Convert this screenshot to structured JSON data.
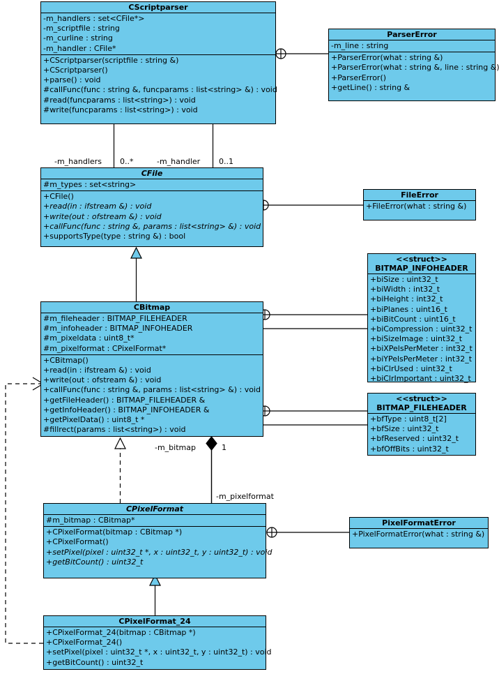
{
  "diagram": {
    "kind": "uml-class-diagram",
    "background": "#ffffff",
    "class_fill": "#6ecaeb",
    "line_color": "#000000"
  },
  "classes": {
    "cscriptparser": {
      "name": "CScriptparser",
      "attributes": [
        "-m_handlers : set<CFile*>",
        "-m_scriptfile : string",
        "-m_curline : string",
        "-m_handler : CFile*"
      ],
      "operations": [
        "+CScriptparser(scriptfile : string &)",
        "+CScriptparser()",
        "+parse() : void",
        "#callFunc(func : string &, funcparams : list<string> &) : void",
        "#read(funcparams : list<string>) : void",
        "#write(funcparams : list<string>) : void"
      ]
    },
    "parsererror": {
      "name": "ParserError",
      "attributes": [
        "-m_line : string"
      ],
      "operations": [
        "+ParserError(what : string &)",
        "+ParserError(what : string &, line : string &)",
        "+ParserError()",
        "+getLine() : string &"
      ]
    },
    "cfile": {
      "name": "CFile",
      "attributes": [
        "#m_types : set<string>"
      ],
      "operations": [
        "+CFile()",
        "+read(in : ifstream &) : void",
        "+write(out : ofstream &) : void",
        "+callFunc(func : string &, params : list<string> &) : void",
        "+supportsType(type : string &) : bool"
      ]
    },
    "fileerror": {
      "name": "FileError",
      "attributes": [],
      "operations": [
        "+FileError(what : string &)"
      ]
    },
    "cbitmap": {
      "name": "CBitmap",
      "attributes": [
        "#m_fileheader : BITMAP_FILEHEADER",
        "#m_infoheader : BITMAP_INFOHEADER",
        "#m_pixeldata : uint8_t*",
        "#m_pixelformat : CPixelFormat*"
      ],
      "operations": [
        "+CBitmap()",
        "+read(in : ifstream &) : void",
        "+write(out : ofstream &) : void",
        "+callFunc(func : string &, params : list<string> &) : void",
        "+getFileHeader() : BITMAP_FILEHEADER &",
        "+getInfoHeader() : BITMAP_INFOHEADER &",
        "+getPixelData() : uint8_t *",
        "#fillrect(params : list<string>) : void"
      ]
    },
    "bitmap_infoheader": {
      "stereotype": "<<struct>>",
      "name": "BITMAP_INFOHEADER",
      "attributes": [
        "+biSize : uint32_t",
        "+biWidth : int32_t",
        "+biHeight : int32_t",
        "+biPlanes : uint16_t",
        "+biBitCount : uint16_t",
        "+biCompression : uint32_t",
        "+biSizeImage : uint32_t",
        "+biXPelsPerMeter : int32_t",
        "+biYPelsPerMeter : int32_t",
        "+biClrUsed : uint32_t",
        "+biClrImportant : uint32_t"
      ]
    },
    "bitmap_fileheader": {
      "stereotype": "<<struct>>",
      "name": "BITMAP_FILEHEADER",
      "attributes": [
        "+bfType : uint8_t[2]",
        "+bfSize : uint32_t",
        "+bfReserved : uint32_t",
        "+bfOffBits : uint32_t"
      ]
    },
    "cpixelformat": {
      "name": "CPixelFormat",
      "attributes": [
        "#m_bitmap : CBitmap*"
      ],
      "operations": [
        "+CPixelFormat(bitmap : CBitmap *)",
        "+CPixelFormat()",
        "+setPixel(pixel : uint32_t *, x : uint32_t, y : uint32_t) : void",
        "+getBitCount() : uint32_t"
      ]
    },
    "pixelformaterror": {
      "name": "PixelFormatError",
      "attributes": [],
      "operations": [
        "+PixelFormatError(what : string &)"
      ]
    },
    "cpixelformat24": {
      "name": "CPixelFormat_24",
      "attributes": [],
      "operations": [
        "+CPixelFormat_24(bitmap : CBitmap *)",
        "+CPixelFormat_24()",
        "+setPixel(pixel : uint32_t *, x : uint32_t, y : uint32_t) : void",
        "+getBitCount() : uint32_t"
      ]
    }
  },
  "edge_labels": {
    "m_handlers": "-m_handlers",
    "mult_handlers": "0..*",
    "m_handler": "-m_handler",
    "mult_handler": "0..1",
    "m_bitmap": "-m_bitmap",
    "mult_bitmap": "1",
    "m_pixelformat": "-m_pixelformat"
  }
}
